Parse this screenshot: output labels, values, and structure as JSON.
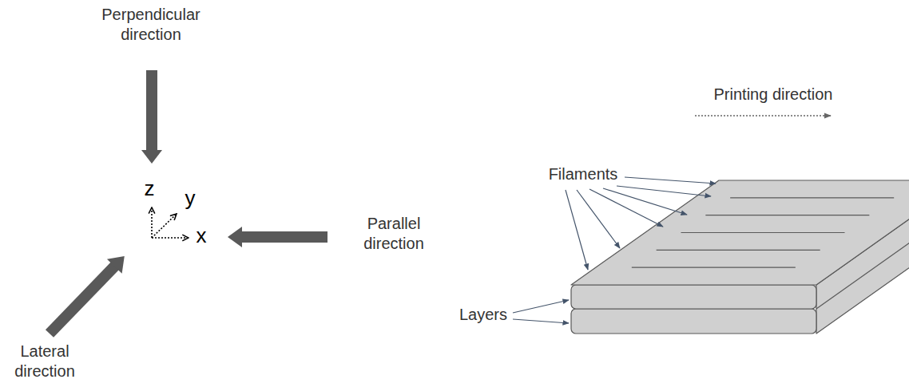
{
  "diagram": {
    "labels": [
      "Perpendicular direction",
      "z",
      "y",
      "x",
      "Parallel direction",
      "Lateral direction",
      "Printing direction",
      "Filaments",
      "Layers"
    ]
  }
}
